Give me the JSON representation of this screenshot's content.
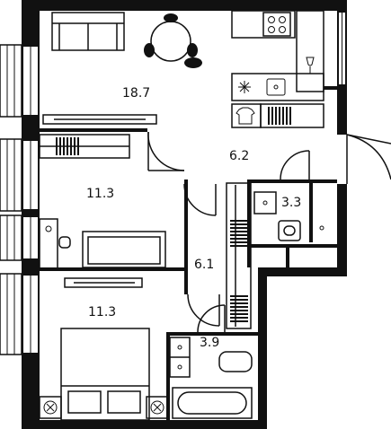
{
  "rooms": {
    "living_kitchen": {
      "area": "18.7"
    },
    "hall": {
      "area": "6.2"
    },
    "bathroom_upper": {
      "area": "3.3"
    },
    "bedroom_upper": {
      "area": "11.3"
    },
    "corridor": {
      "area": "6.1"
    },
    "bedroom_lower": {
      "area": "11.3"
    },
    "bathroom_lower": {
      "area": "3.9"
    }
  },
  "colors": {
    "wall": "#111111",
    "background": "#ffffff"
  },
  "icons": {
    "kitchen_hob": "hob-icon",
    "fridge": "snowflake-icon",
    "washer": "tshirt-icon",
    "wine": "wine-glass-icon",
    "sink": "sink-icon",
    "radiator": "radiator-icon",
    "air_conditioner": "fan-icon"
  }
}
